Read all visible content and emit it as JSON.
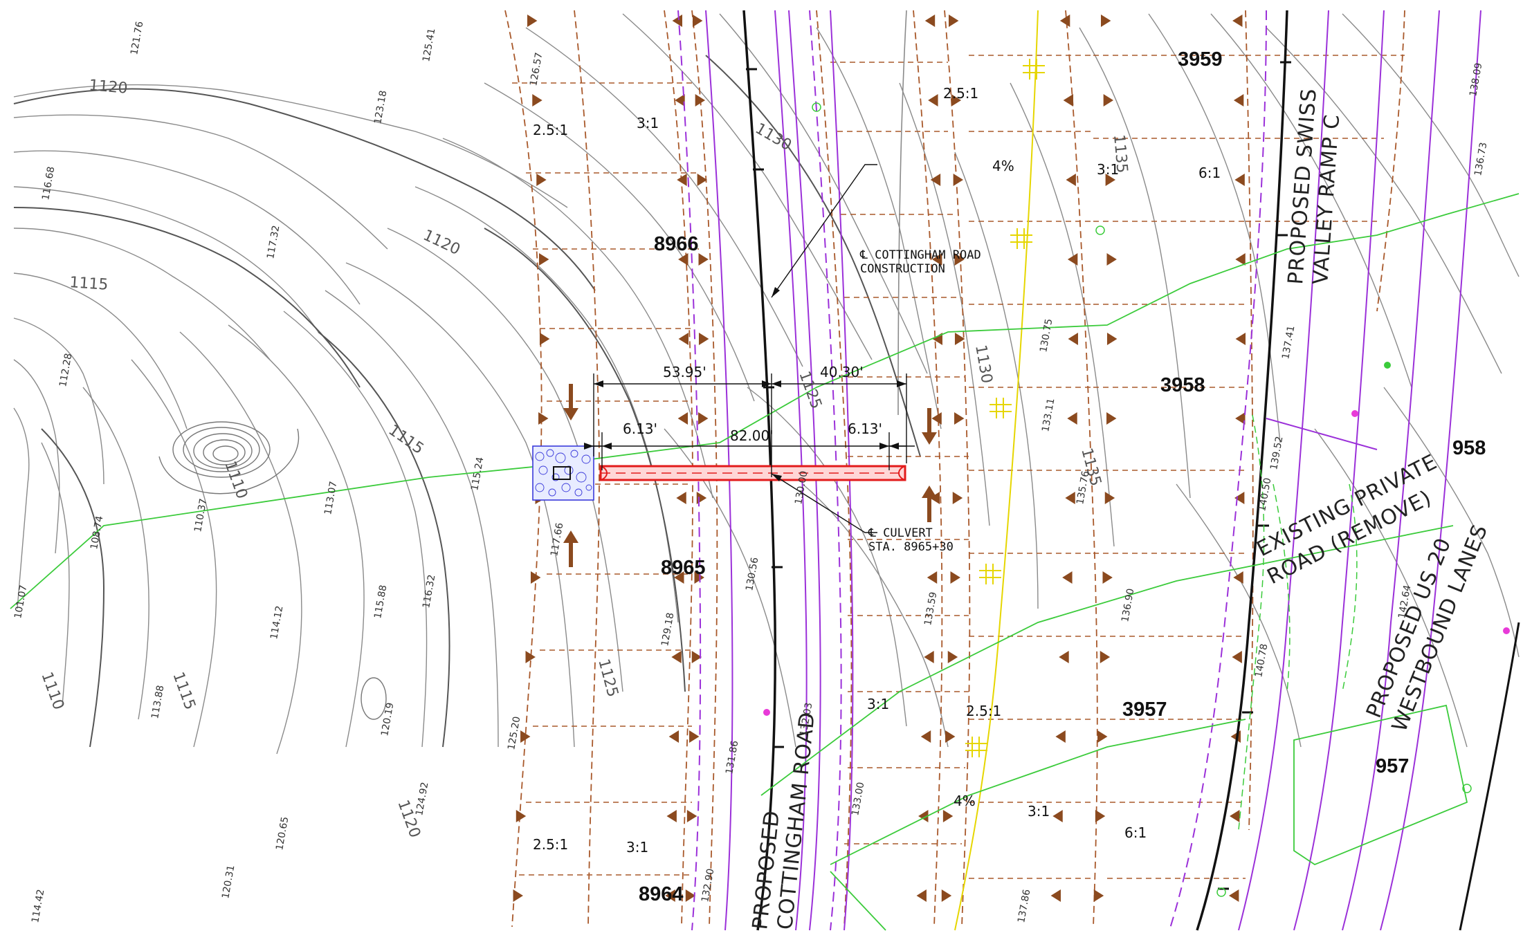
{
  "stations": {
    "s8966": "8966",
    "s8965": "8965",
    "s8964": "8964",
    "s3959": "3959",
    "s3958": "3958",
    "s3957": "3957",
    "s958": "958",
    "s957": "957"
  },
  "roads": {
    "cottingham": "PROPOSED COTTINGHAM ROAD",
    "cottingham_line1": "PROPOSED",
    "cottingham_line2": "COTTINGHAM ROAD",
    "swiss_valley_line1": "PROPOSED SWISS",
    "swiss_valley_line2": "VALLEY RAMP C",
    "existing_private_line1": "EXISTING PRIVATE",
    "existing_private_line2": "ROAD (REMOVE)",
    "us20_line1": "PROPOSED US 20",
    "us20_line2": "WESTBOUND LANES"
  },
  "callouts": {
    "centerline_line1": "℄ COTTINGHAM ROAD",
    "centerline_line2": "CONSTRUCTION",
    "culvert_line1": "℄ CULVERT",
    "culvert_line2": "STA. 8965+30"
  },
  "dimensions": {
    "left_width": "53.95'",
    "right_width": "40.30'",
    "total_length": "82.00'",
    "left_apron": "6.13'",
    "right_apron": "6.13'"
  },
  "slopes": {
    "a": "2.5:1",
    "b": "3:1",
    "c": "2.5:1",
    "d": "4%",
    "e": "3:1",
    "f": "6:1",
    "g": "3:1",
    "h": "2.5:1",
    "i": "4%",
    "j": "3:1",
    "k": "6:1",
    "l": "2.5:1",
    "m": "3:1"
  },
  "contours": {
    "c1120a": "1120",
    "c1120b": "1120",
    "c1115a": "1115",
    "c1115b": "1115",
    "c1110a": "1110",
    "c1110b": "1110",
    "c1115c": "1115",
    "c1120c": "1120",
    "c1125a": "1125",
    "c1125b": "1125",
    "c1130a": "1130",
    "c1130b": "1130",
    "c1135a": "1135",
    "c1135b": "1135"
  },
  "spot_elevations": {
    "e1": "121.76",
    "e2": "116.68",
    "e3": "117.32",
    "e4": "123.18",
    "e5": "125.41",
    "e6": "112.28",
    "e7": "108.74",
    "e8": "110.37",
    "e9": "113.07",
    "e10": "115.24",
    "e11": "115.88",
    "e12": "114.12",
    "e13": "116.32",
    "e14": "113.88",
    "e15": "120.19",
    "e16": "125.20",
    "e17": "120.65",
    "e18": "124.92",
    "e19": "114.42",
    "e20": "120.31",
    "e21": "126.57",
    "e22": "117.66",
    "e23": "130.56",
    "e24": "129.18",
    "e25": "132.03",
    "e26": "130.00",
    "e27": "133.00",
    "e28": "133.59",
    "e29": "130.75",
    "e30": "133.11",
    "e31": "135.76",
    "e32": "136.90",
    "e33": "137.41",
    "e34": "139.52",
    "e35": "140.50",
    "e36": "138.09",
    "e37": "136.73",
    "e38": "132.90",
    "e39": "131.86",
    "e40": "137.86",
    "e41": "140.78",
    "e42": "142.64",
    "e43": "101.07"
  }
}
